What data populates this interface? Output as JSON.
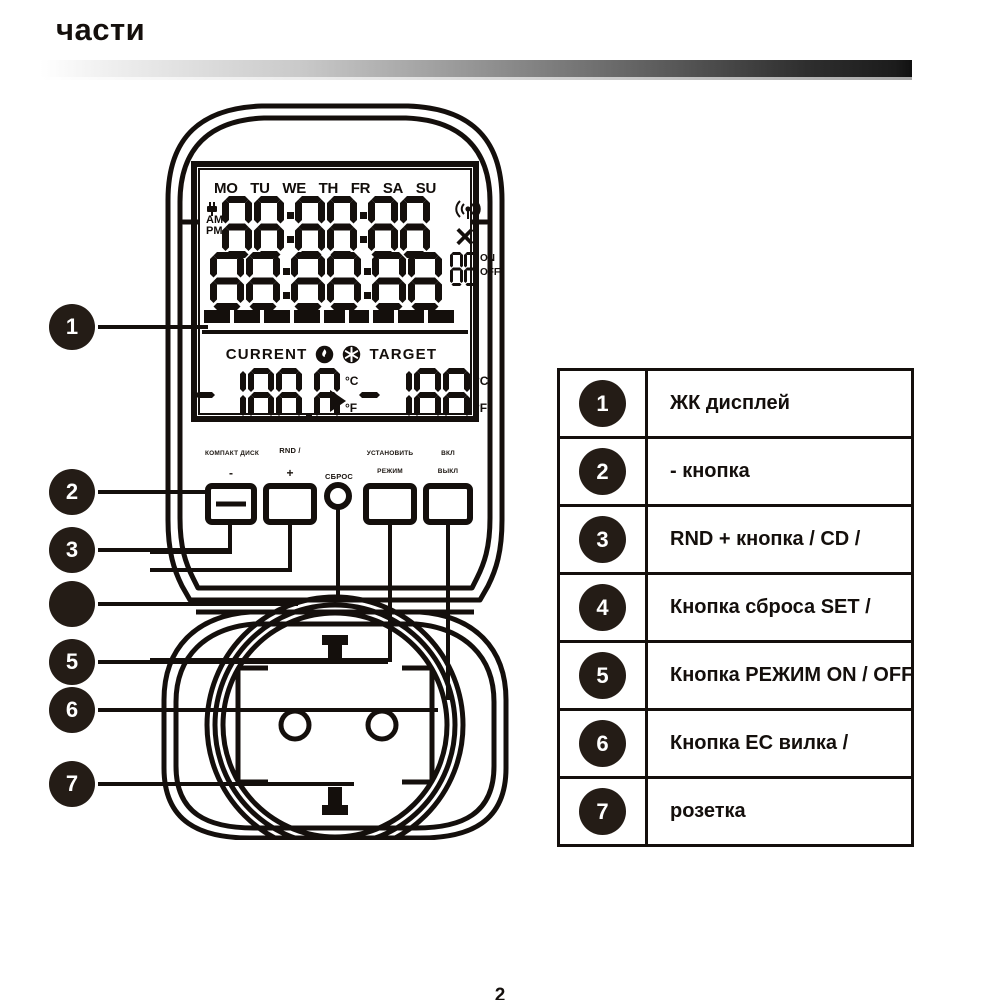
{
  "header": {
    "title": "части"
  },
  "lcd": {
    "days": [
      "MO",
      "TU",
      "WE",
      "TH",
      "FR",
      "SA",
      "SU"
    ],
    "am_label": "AM",
    "pm_label": "PM",
    "plug_icon": "plug-icon",
    "rf_icon": "radio-signal-icon",
    "x_icon": "×",
    "on_label": "ON",
    "off_label": "OFF",
    "top_time": "88:88:88",
    "bottom_time": "88:88:88",
    "onoff_digits": "88",
    "bar_segments": 9,
    "current_label": "CURRENT",
    "target_label": "TARGET",
    "flame_icon": "flame-icon",
    "snowflake_icon": "snowflake-icon",
    "arrow_icon": "right-triangle-icon",
    "current_value": "-188.8",
    "current_unit_c": "°C",
    "current_unit_f": "°F",
    "target_value": "-188",
    "target_unit_c": "°C",
    "target_unit_f": "°F"
  },
  "device": {
    "buttons": [
      {
        "name": "compact-disc",
        "caption_top": "КОМПАКТ ДИСК",
        "caption_bottom": "-"
      },
      {
        "name": "rnd",
        "caption_top": "RND /",
        "caption_bottom": "+"
      },
      {
        "name": "reset",
        "caption_top": "СБРОС"
      },
      {
        "name": "set-mode",
        "caption_top": "УСТАНОВИТЬ",
        "caption_bottom": "РЕЖИМ"
      },
      {
        "name": "on-off",
        "caption_top": "ВКЛ",
        "caption_bottom": "ВЫКЛ"
      }
    ],
    "socket_label": "socket"
  },
  "callouts": [
    {
      "id": "1",
      "label": "1"
    },
    {
      "id": "2",
      "label": "2"
    },
    {
      "id": "3",
      "label": "3"
    },
    {
      "id": "4",
      "label": ""
    },
    {
      "id": "5",
      "label": "5"
    },
    {
      "id": "6",
      "label": "6"
    },
    {
      "id": "7",
      "label": "7"
    }
  ],
  "legend_table": {
    "rows": [
      {
        "num": "1",
        "text": "ЖК дисплей"
      },
      {
        "num": "2",
        "text": "- кнопка"
      },
      {
        "num": "3",
        "text": "RND + кнопка / CD /"
      },
      {
        "num": "4",
        "text": "Кнопка сброса SET /"
      },
      {
        "num": "5",
        "text": "Кнопка РЕЖИМ ON / OFF"
      },
      {
        "num": "6",
        "text": "Кнопка ЕС вилка /"
      },
      {
        "num": "7",
        "text": "розетка"
      }
    ]
  },
  "footer": {
    "page_number": "2"
  },
  "colors": {
    "ink": "#140f0c",
    "dot": "#241c16",
    "paper": "#ffffff"
  }
}
